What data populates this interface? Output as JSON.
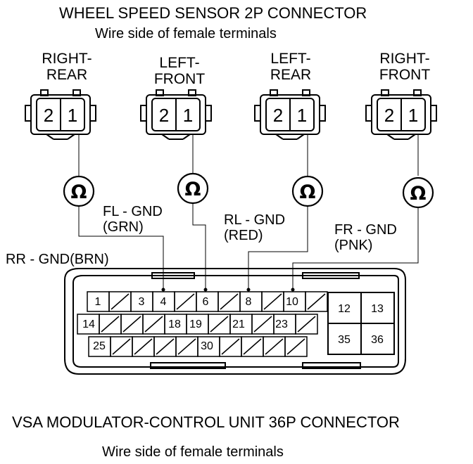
{
  "header": {
    "title": "WHEEL SPEED SENSOR 2P CONNECTOR",
    "subtitle": "Wire side of female terminals"
  },
  "sensors": [
    {
      "line1": "RIGHT-",
      "line2": "REAR"
    },
    {
      "line1": "LEFT-",
      "line2": "FRONT"
    },
    {
      "line1": "LEFT-",
      "line2": "REAR"
    },
    {
      "line1": "RIGHT-",
      "line2": "FRONT"
    }
  ],
  "sensor_pins": [
    "2",
    "1"
  ],
  "ohm_symbol": "Ω",
  "wires": {
    "fl": {
      "line1": "FL - GND",
      "line2": "(GRN)"
    },
    "rl": {
      "line1": "RL - GND",
      "line2": "(RED)"
    },
    "fr": {
      "line1": "FR - GND",
      "line2": "(PNK)"
    },
    "rr": "RR - GND(BRN)"
  },
  "modulator_pins": {
    "row1": [
      "1",
      "3",
      "4",
      "6",
      "8",
      "10"
    ],
    "row2": [
      "14",
      "18",
      "19",
      "21",
      "23"
    ],
    "row3": [
      "25",
      "30"
    ],
    "right": [
      "12",
      "13",
      "35",
      "36"
    ]
  },
  "footer": {
    "title": "VSA MODULATOR-CONTROL UNIT 36P CONNECTOR",
    "subtitle": "Wire side of female terminals"
  }
}
